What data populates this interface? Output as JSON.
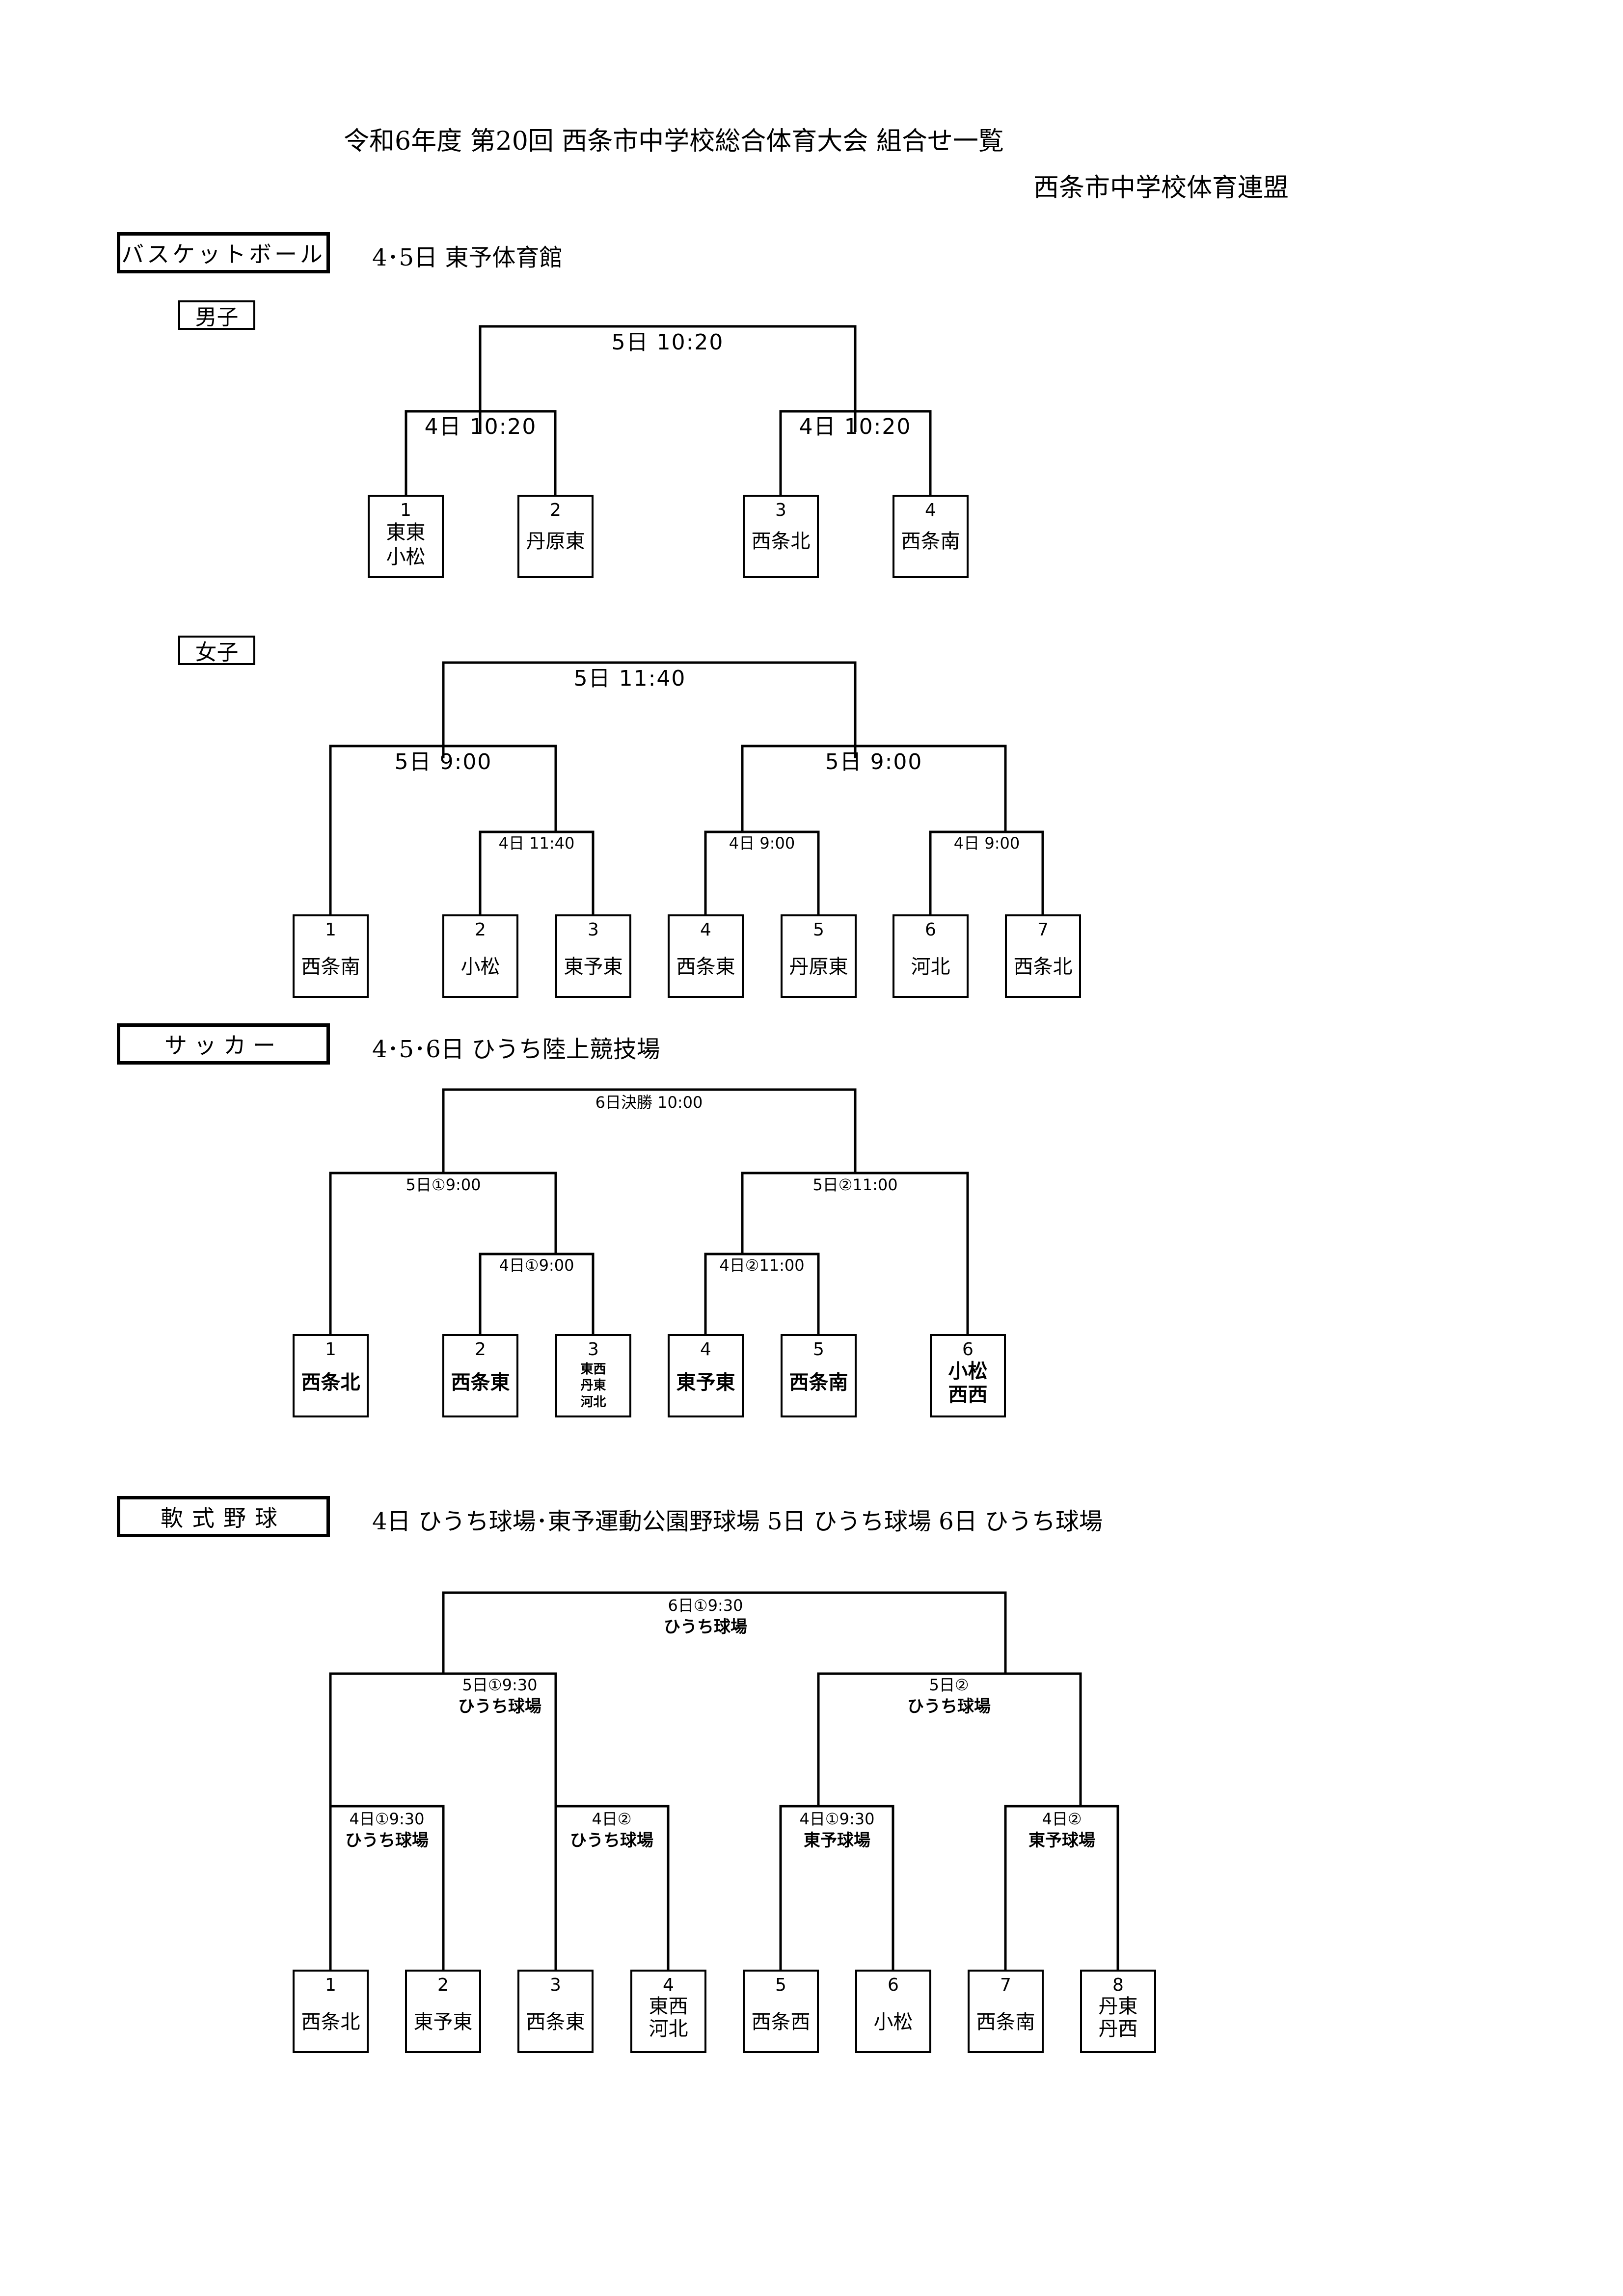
{
  "header": {
    "title": "令和6年度  第20回  西条市中学校総合体育大会    組合せ一覧",
    "organizer": "西条市中学校体育連盟"
  },
  "basketball": {
    "label": "バスケットボール",
    "info": "4･5日    東予体育館",
    "boys": {
      "label": "男子",
      "final": "5日  10:20",
      "semi1": "4日  10:20",
      "semi2": "4日  10:20",
      "teams": [
        {
          "seed": "1",
          "name": "東東\n小松"
        },
        {
          "seed": "2",
          "name": "丹原東"
        },
        {
          "seed": "3",
          "name": "西条北"
        },
        {
          "seed": "4",
          "name": "西条南"
        }
      ]
    },
    "girls": {
      "label": "女子",
      "final": "5日  11:40",
      "semi1": "5日  9:00",
      "semi2": "5日  9:00",
      "q1": "4日  11:40",
      "q2": "4日  9:00",
      "q3": "4日  9:00",
      "teams": [
        {
          "seed": "1",
          "name": "西条南"
        },
        {
          "seed": "2",
          "name": "小松"
        },
        {
          "seed": "3",
          "name": "東予東"
        },
        {
          "seed": "4",
          "name": "西条東"
        },
        {
          "seed": "5",
          "name": "丹原東"
        },
        {
          "seed": "6",
          "name": "河北"
        },
        {
          "seed": "7",
          "name": "西条北"
        }
      ]
    }
  },
  "soccer": {
    "label": "サッカー",
    "info": "4･5･6日    ひうち陸上競技場",
    "final": "6日決勝  10:00",
    "semi1": "5日①9:00",
    "semi2": "5日②11:00",
    "q1": "4日①9:00",
    "q2": "4日②11:00",
    "teams": [
      {
        "seed": "1",
        "name": "西条北"
      },
      {
        "seed": "2",
        "name": "西条東"
      },
      {
        "seed": "3",
        "name": "東西\n丹東\n河北"
      },
      {
        "seed": "4",
        "name": "東予東"
      },
      {
        "seed": "5",
        "name": "西条南"
      },
      {
        "seed": "6",
        "name": "小松\n西西"
      }
    ]
  },
  "baseball": {
    "label": "軟式野球",
    "info": "4日   ひうち球場･東予運動公園野球場     5日   ひうち球場     6日   ひうち球場",
    "final": {
      "time": "6日①9:30",
      "venue": "ひうち球場"
    },
    "semi1": {
      "time": "5日①9:30",
      "venue": "ひうち球場"
    },
    "semi2": {
      "time": "5日②",
      "venue": "ひうち球場"
    },
    "q1": {
      "time": "4日①9:30",
      "venue": "ひうち球場"
    },
    "q2": {
      "time": "4日②",
      "venue": "ひうち球場"
    },
    "q3": {
      "time": "4日①9:30",
      "venue": "東予球場"
    },
    "q4": {
      "time": "4日②",
      "venue": "東予球場"
    },
    "teams": [
      {
        "seed": "1",
        "name": "西条北"
      },
      {
        "seed": "2",
        "name": "東予東"
      },
      {
        "seed": "3",
        "name": "西条東"
      },
      {
        "seed": "4",
        "name": "東西\n河北"
      },
      {
        "seed": "5",
        "name": "西条西"
      },
      {
        "seed": "6",
        "name": "小松"
      },
      {
        "seed": "7",
        "name": "西条南"
      },
      {
        "seed": "8",
        "name": "丹東\n丹西"
      }
    ]
  }
}
